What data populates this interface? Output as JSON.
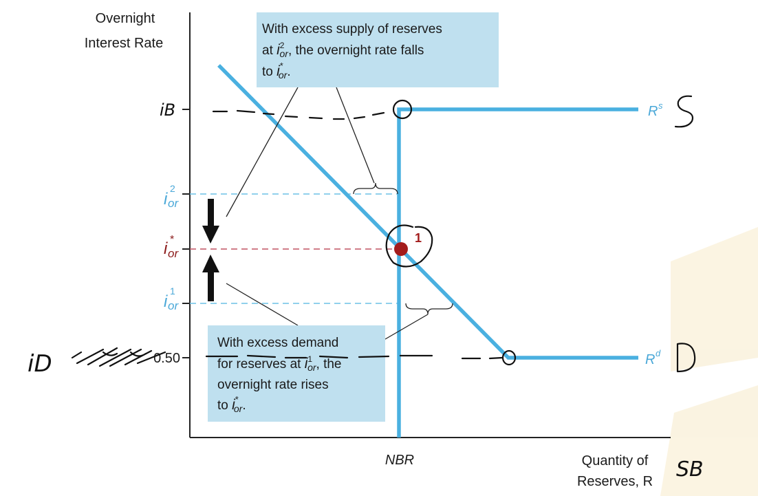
{
  "colors": {
    "curve": "#4ab0e0",
    "dashed_blue": "#6cc0e6",
    "dashed_red": "#c05060",
    "equilibrium": "#a31c1c",
    "box_fill": "#bfe0ef",
    "ink": "#111111"
  },
  "axes": {
    "y_title_line1": "Overnight",
    "y_title_line2": "Interest Rate",
    "x_title_line1": "Quantity of",
    "x_title_line2": "Reserves, R",
    "nbr": "NBR",
    "y_050": "0.50"
  },
  "labels": {
    "supply_curve": "R",
    "supply_sup": "s",
    "demand_curve": "R",
    "demand_sup": "d",
    "i_base": "i",
    "i_sub": "or",
    "sup_2": "2",
    "sup_1": "1",
    "sup_star": "*",
    "point_1": "1"
  },
  "callouts": {
    "top": {
      "line1": "With excess supply of reserves",
      "line2_a": "at ",
      "line2_b": ", the overnight rate falls",
      "line3_a": "to ",
      "line3_b": "."
    },
    "bottom": {
      "line1": "With excess demand",
      "line2_a": "for reserves at ",
      "line2_b": ", the",
      "line3": "overnight rate rises",
      "line4_a": "to ",
      "line4_b": "."
    }
  },
  "handwriting": {
    "ib_annotation": "iB",
    "id_annotation": "iD",
    "s_annotation": "S",
    "d_annotation": "D",
    "sb_annotation": "SB"
  }
}
